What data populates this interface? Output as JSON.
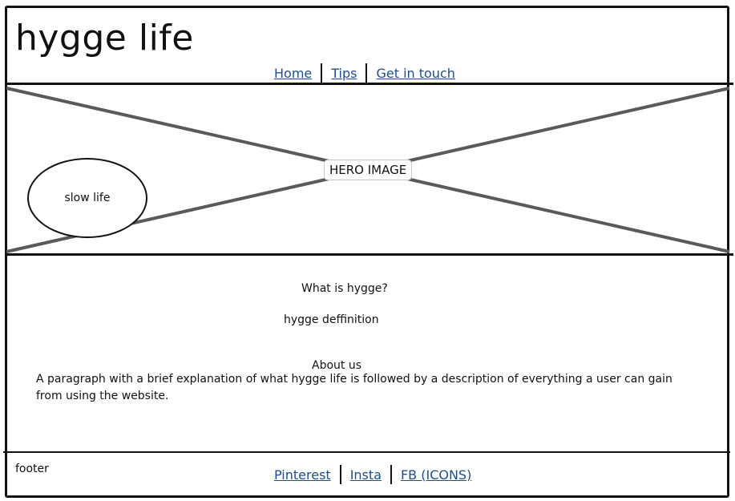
{
  "header": {
    "site_title": "hygge life",
    "nav": [
      {
        "label": "Home"
      },
      {
        "label": "Tips"
      },
      {
        "label": "Get in touch"
      }
    ]
  },
  "hero": {
    "image_label": "HERO IMAGE",
    "circle_label": "slow life"
  },
  "content": {
    "question": "What is hygge?",
    "definition": "hygge deffinition",
    "about_heading": "About us",
    "about_paragraph": "A paragraph with a brief explanation of what hygge life is followed by a description of everything a user can gain from using the website."
  },
  "footer": {
    "label": "footer",
    "links": [
      {
        "label": "Pinterest"
      },
      {
        "label": "Insta"
      },
      {
        "label": "FB (ICONS)"
      }
    ]
  },
  "colors": {
    "link": "#1f4e8c",
    "border": "#111111",
    "placeholder_cross": "#5a5a5a"
  }
}
